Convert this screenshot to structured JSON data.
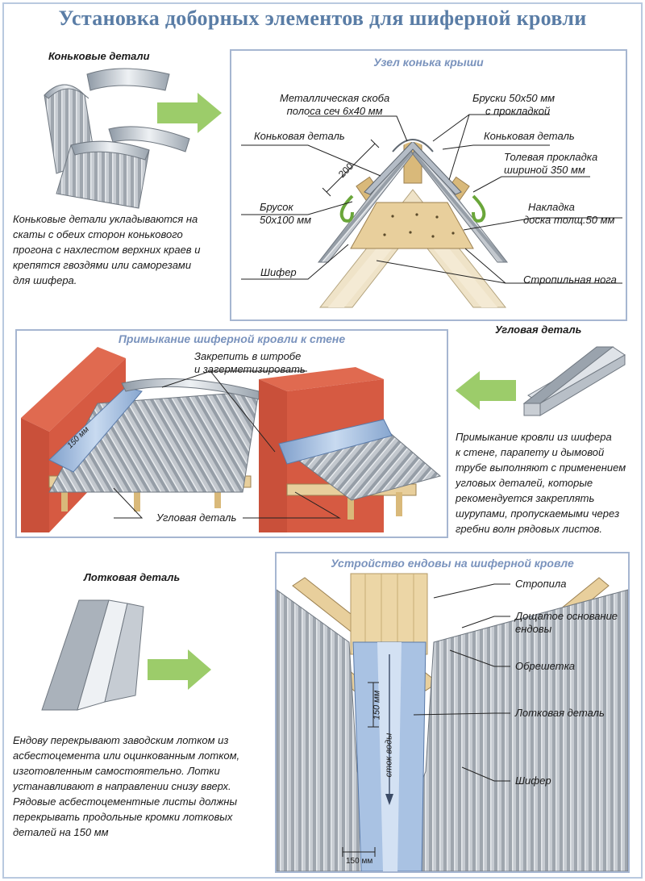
{
  "title": "Установка доборных элементов для шиферной кровли",
  "section1": {
    "item_heading": "Коньковые детали",
    "description": [
      "Коньковые детали укладываются на",
      "скаты с обеих сторон конькового",
      "прогона с нахлестом верхних краев и",
      "крепятся гвоздями или саморезами",
      " для шифера."
    ],
    "panel_title": "Узел конька крыши",
    "labels": {
      "bracket": [
        "Металлическая скоба",
        "полоса сеч 6х40 мм"
      ],
      "bars": [
        "Бруски 50х50 мм",
        "с прокладкой"
      ],
      "ridge_left": "Коньковая деталь",
      "ridge_right": "Коньковая деталь",
      "tar": [
        "Толевая прокладка",
        "шириной 350 мм"
      ],
      "dimension": "200",
      "beam": [
        "Брусок",
        "50х100 мм"
      ],
      "plank": [
        "Накладка",
        "доска толщ.50 мм"
      ],
      "slate": "Шифер",
      "rafter": "Стропильная нога"
    }
  },
  "section2": {
    "item_heading": "Угловая деталь",
    "panel_title": "Примыкание шиферной кровли к стене",
    "labels": {
      "seal": [
        "Закрепить в штробе",
        "и загерметизировать"
      ],
      "corner": "Угловая деталь",
      "dimension": "150 мм"
    },
    "description": [
      "Примыкание кровли из шифера",
      "к стене, парапету и дымовой",
      "трубе выполняют с применением",
      "угловых деталей, которые",
      "рекомендуется закреплять",
      "шурупами, пропускаемыми через",
      "гребни волн рядовых листов."
    ]
  },
  "section3": {
    "item_heading": "Лотковая деталь",
    "description": [
      "Ендову перекрывают заводским лотком из",
      "асбестоцемента или оцинкованным лотком,",
      "изготовленным самостоятельно. Лотки",
      "устанавливают в направлении снизу вверх.",
      "Рядовые асбестоцементные листы должны",
      "перекрывать продольные кромки лотковых",
      "деталей на 150 мм"
    ],
    "panel_title": "Устройство ендовы на шиферной кровле",
    "labels": {
      "rafter": "Стропила",
      "base": [
        "Дощатое основание",
        "ендовы"
      ],
      "lathing": "Обрешетка",
      "valley": "Лотковая деталь",
      "slate": "Шифер",
      "dim_vertical": "150 мм",
      "flow": "сток воды",
      "dim_bottom": "150 мм"
    }
  },
  "colors": {
    "title": "#5a7da6",
    "panel_border": "#a6b6d1",
    "panel_title": "#7a93bd",
    "arrow": "#9ccc6a",
    "brick": "#c9503a",
    "wood": "#e8cf9c",
    "metal": "#a9c2e3"
  }
}
